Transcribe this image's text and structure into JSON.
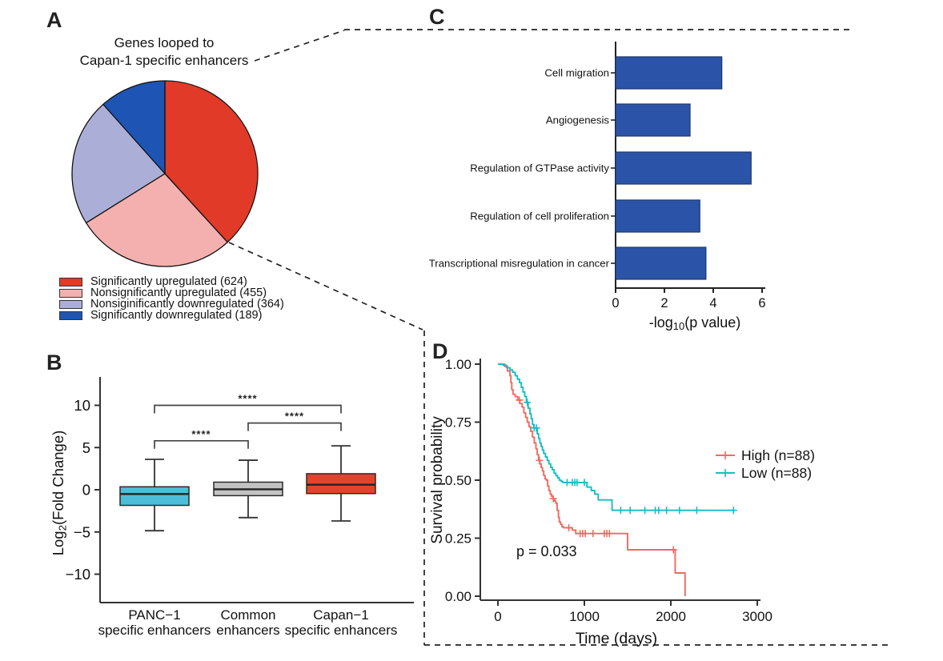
{
  "panels": {
    "a": {
      "label": "A",
      "title_lines": [
        "Genes looped to",
        "Capan-1 specific enhancers"
      ]
    },
    "b": {
      "label": "B"
    },
    "c": {
      "label": "C"
    },
    "d": {
      "label": "D"
    }
  },
  "chart_data": [
    {
      "id": "pie",
      "type": "pie",
      "title": "Genes looped to Capan-1 specific enhancers",
      "labels": [
        "Significantly upregulated (624)",
        "Nonsignificantly upregulated (455)",
        "Nonsiginificantly downregulated (364)",
        "Significantly downregulated (189)"
      ],
      "values": [
        624,
        455,
        364,
        189
      ],
      "colors": [
        "#E23A28",
        "#F3B0AE",
        "#ABAFD8",
        "#1E55B4"
      ],
      "legend_position": "bottom-left"
    },
    {
      "id": "box",
      "type": "box",
      "ylabel": {
        "pre": "Log",
        "sub": "2",
        "post": "(Fold Change)"
      },
      "ylim": [
        -13,
        13
      ],
      "yticks": [
        {
          "v": 10,
          "label": "10"
        },
        {
          "v": 5,
          "label": "5"
        },
        {
          "v": 0,
          "label": "0"
        },
        {
          "v": -5,
          "label": "−5"
        },
        {
          "v": -10,
          "label": "−10"
        }
      ],
      "categories": [
        {
          "lines": [
            "PANC−1",
            "specific enhancers"
          ]
        },
        {
          "lines": [
            "Common",
            "enhancers"
          ]
        },
        {
          "lines": [
            "Capan−1",
            "specific enhancers"
          ]
        }
      ],
      "boxes": [
        {
          "low": -4.85,
          "q1": -1.85,
          "median": -0.5,
          "q3": 0.35,
          "high": 3.6,
          "color": "#4CBED9"
        },
        {
          "low": -3.3,
          "q1": -0.7,
          "median": 0.05,
          "q3": 0.9,
          "high": 3.5,
          "color": "#C3C3C3"
        },
        {
          "low": -3.7,
          "q1": -0.45,
          "median": 0.6,
          "q3": 1.9,
          "high": 5.2,
          "color": "#E2432F"
        }
      ],
      "significance": [
        {
          "a": 0,
          "b": 1,
          "label": "****",
          "y": 5.8
        },
        {
          "a": 1,
          "b": 2,
          "label": "****",
          "y": 7.9
        },
        {
          "a": 0,
          "b": 2,
          "label": "****",
          "y": 10.0
        }
      ]
    },
    {
      "id": "hbar",
      "type": "bar",
      "orientation": "horizontal",
      "categories": [
        "Cell migration",
        "Angiogenesis",
        "Regulation of GTPase activity",
        "Regulation of cell proliferation",
        "Transcriptional misregulation in cancer"
      ],
      "values": [
        4.35,
        3.05,
        5.55,
        3.45,
        3.7
      ],
      "bar_color": "#2B54A8",
      "bar_border": "#1C3766",
      "xlabel": {
        "pre": "-log",
        "sub": "10",
        "post": "(p value)"
      },
      "xticks": [
        0,
        2,
        4,
        6
      ],
      "xlim": [
        0,
        6.5
      ]
    },
    {
      "id": "km",
      "type": "line",
      "subtype": "kaplan-meier",
      "xlabel": "Time (days)",
      "ylabel": "Survival probability",
      "xticks": [
        0,
        1000,
        2000,
        3000
      ],
      "xlim": [
        0,
        3000
      ],
      "yticks": [
        {
          "v": 1.0,
          "label": "1.00"
        },
        {
          "v": 0.75,
          "label": "0.75"
        },
        {
          "v": 0.5,
          "label": "0.50"
        },
        {
          "v": 0.25,
          "label": "0.25"
        },
        {
          "v": 0.0,
          "label": "0.00"
        }
      ],
      "annotation": "p = 0.033",
      "series": [
        {
          "name": "High (n=88)",
          "color": "#EE6A61",
          "points": [
            [
              0,
              1.0
            ],
            [
              80,
              0.99
            ],
            [
              110,
              0.97
            ],
            [
              140,
              0.95
            ],
            [
              150,
              0.92
            ],
            [
              160,
              0.89
            ],
            [
              175,
              0.87
            ],
            [
              200,
              0.86
            ],
            [
              230,
              0.845
            ],
            [
              255,
              0.83
            ],
            [
              280,
              0.815
            ],
            [
              300,
              0.79
            ],
            [
              320,
              0.77
            ],
            [
              340,
              0.75
            ],
            [
              360,
              0.73
            ],
            [
              380,
              0.71
            ],
            [
              400,
              0.685
            ],
            [
              420,
              0.66
            ],
            [
              440,
              0.635
            ],
            [
              455,
              0.61
            ],
            [
              470,
              0.585
            ],
            [
              485,
              0.57
            ],
            [
              500,
              0.555
            ],
            [
              515,
              0.54
            ],
            [
              530,
              0.52
            ],
            [
              545,
              0.505
            ],
            [
              560,
              0.5
            ],
            [
              575,
              0.475
            ],
            [
              590,
              0.455
            ],
            [
              605,
              0.44
            ],
            [
              620,
              0.43
            ],
            [
              640,
              0.42
            ],
            [
              655,
              0.41
            ],
            [
              670,
              0.4
            ],
            [
              685,
              0.37
            ],
            [
              700,
              0.34
            ],
            [
              710,
              0.32
            ],
            [
              725,
              0.31
            ],
            [
              740,
              0.3
            ],
            [
              755,
              0.295
            ],
            [
              860,
              0.285
            ],
            [
              900,
              0.27
            ],
            [
              1500,
              0.2
            ],
            [
              2050,
              0.1
            ],
            [
              2165,
              0.0
            ]
          ],
          "censors": [
            250,
            480,
            640,
            820,
            950,
            980,
            1010,
            1100,
            1230,
            1260,
            1290,
            2030
          ]
        },
        {
          "name": "Low (n=88)",
          "color": "#16BDC2",
          "points": [
            [
              0,
              1.0
            ],
            [
              60,
              0.995
            ],
            [
              100,
              0.985
            ],
            [
              140,
              0.975
            ],
            [
              170,
              0.965
            ],
            [
              200,
              0.95
            ],
            [
              225,
              0.935
            ],
            [
              250,
              0.92
            ],
            [
              270,
              0.9
            ],
            [
              290,
              0.88
            ],
            [
              310,
              0.86
            ],
            [
              330,
              0.835
            ],
            [
              350,
              0.81
            ],
            [
              370,
              0.785
            ],
            [
              385,
              0.765
            ],
            [
              400,
              0.74
            ],
            [
              415,
              0.725
            ],
            [
              455,
              0.7
            ],
            [
              470,
              0.68
            ],
            [
              485,
              0.66
            ],
            [
              500,
              0.645
            ],
            [
              515,
              0.63
            ],
            [
              530,
              0.615
            ],
            [
              550,
              0.6
            ],
            [
              570,
              0.585
            ],
            [
              590,
              0.57
            ],
            [
              610,
              0.555
            ],
            [
              630,
              0.545
            ],
            [
              650,
              0.53
            ],
            [
              670,
              0.52
            ],
            [
              690,
              0.51
            ],
            [
              710,
              0.5
            ],
            [
              730,
              0.495
            ],
            [
              750,
              0.49
            ],
            [
              1030,
              0.47
            ],
            [
              1080,
              0.455
            ],
            [
              1120,
              0.44
            ],
            [
              1160,
              0.415
            ],
            [
              1320,
              0.37
            ],
            [
              2725,
              0.37
            ]
          ],
          "censors": [
            340,
            420,
            445,
            800,
            860,
            890,
            915,
            1000,
            1420,
            1530,
            1700,
            1820,
            1860,
            1950,
            2100,
            2300,
            2725
          ]
        }
      ],
      "legend_position": "right"
    }
  ]
}
